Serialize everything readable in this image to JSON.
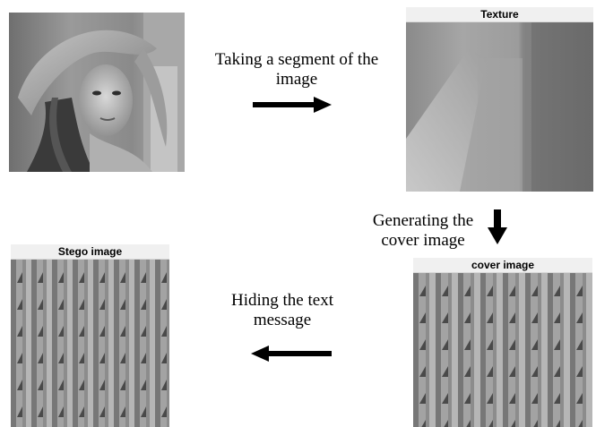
{
  "source_image": {
    "alt": ""
  },
  "texture_panel": {
    "title": "Texture"
  },
  "cover_panel": {
    "title": "cover image"
  },
  "stego_panel": {
    "title": "Stego image"
  },
  "steps": {
    "segment": {
      "line1": "Taking a segment of the",
      "line2": "image"
    },
    "generate": {
      "line1": "Generating the",
      "line2": "cover image"
    },
    "hide": {
      "line1": "Hiding the text",
      "line2": "message"
    }
  },
  "icons": {
    "arrow_right": "arrow-right-icon",
    "arrow_down": "arrow-down-icon",
    "arrow_left": "arrow-left-icon"
  },
  "colors": {
    "arrow": "#000000",
    "title_bar": "#f0f0f0"
  }
}
